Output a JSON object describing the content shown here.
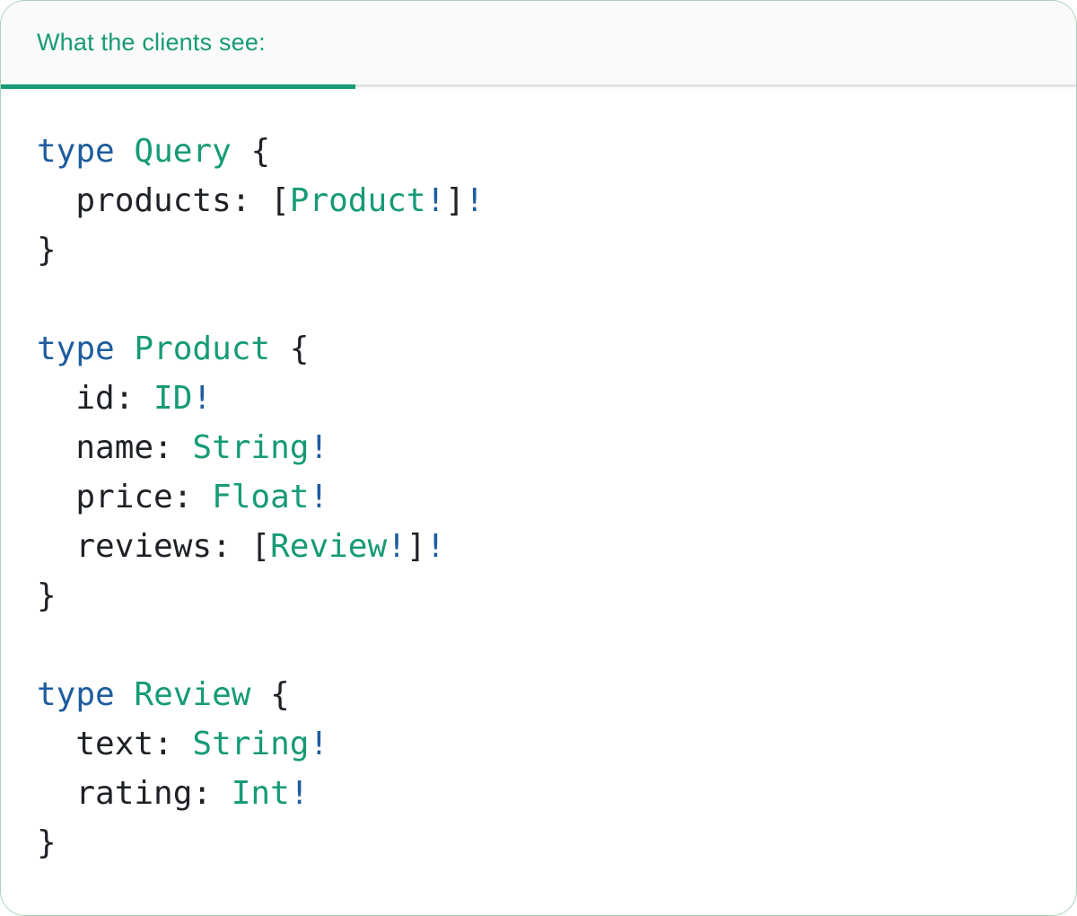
{
  "tab": {
    "label": "What the clients see:",
    "active": true
  },
  "colors": {
    "accent_teal": "#169b76",
    "accent_blue": "#1e5c9e",
    "code_text": "#1e2227",
    "tab_bar_bg": "#fafafa",
    "tab_bar_divider": "#e3e3e3",
    "card_border": "#a9d2b7"
  },
  "code": {
    "lines": [
      [
        [
          "kw",
          "type"
        ],
        [
          "pl",
          " "
        ],
        [
          "ty",
          "Query"
        ],
        [
          "pl",
          " {"
        ]
      ],
      [
        [
          "pl",
          "  products: ["
        ],
        [
          "ty",
          "Product"
        ],
        [
          "kw",
          "!"
        ],
        [
          "pl",
          "]"
        ],
        [
          "kw",
          "!"
        ]
      ],
      [
        [
          "pl",
          "}"
        ]
      ],
      [],
      [
        [
          "kw",
          "type"
        ],
        [
          "pl",
          " "
        ],
        [
          "ty",
          "Product"
        ],
        [
          "pl",
          " {"
        ]
      ],
      [
        [
          "pl",
          "  id: "
        ],
        [
          "ty",
          "ID"
        ],
        [
          "kw",
          "!"
        ]
      ],
      [
        [
          "pl",
          "  name: "
        ],
        [
          "ty",
          "String"
        ],
        [
          "kw",
          "!"
        ]
      ],
      [
        [
          "pl",
          "  price: "
        ],
        [
          "ty",
          "Float"
        ],
        [
          "kw",
          "!"
        ]
      ],
      [
        [
          "pl",
          "  reviews: ["
        ],
        [
          "ty",
          "Review"
        ],
        [
          "kw",
          "!"
        ],
        [
          "pl",
          "]"
        ],
        [
          "kw",
          "!"
        ]
      ],
      [
        [
          "pl",
          "}"
        ]
      ],
      [],
      [
        [
          "kw",
          "type"
        ],
        [
          "pl",
          " "
        ],
        [
          "ty",
          "Review"
        ],
        [
          "pl",
          " {"
        ]
      ],
      [
        [
          "pl",
          "  text: "
        ],
        [
          "ty",
          "String"
        ],
        [
          "kw",
          "!"
        ]
      ],
      [
        [
          "pl",
          "  rating: "
        ],
        [
          "ty",
          "Int"
        ],
        [
          "kw",
          "!"
        ]
      ],
      [
        [
          "pl",
          "}"
        ]
      ]
    ]
  }
}
